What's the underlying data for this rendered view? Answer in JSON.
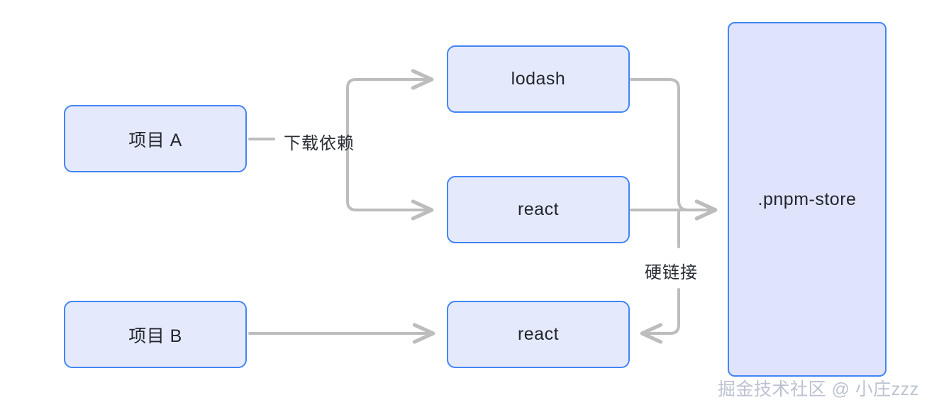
{
  "diagram": {
    "title": "pnpm hard-link store diagram",
    "background_color": "#ffffff",
    "node_fill": "#e4eafc",
    "node_border": "#4285f4",
    "store_fill": "#dfe3fb",
    "edge_color": "#bdbdbd",
    "text_color": "#22262e",
    "nodes": [
      {
        "id": "project-a",
        "label": "项目 A"
      },
      {
        "id": "project-b",
        "label": "项目 B"
      },
      {
        "id": "lodash",
        "label": "lodash"
      },
      {
        "id": "react-a",
        "label": "react"
      },
      {
        "id": "react-b",
        "label": "react"
      },
      {
        "id": "pnpm-store",
        "label": ".pnpm-store"
      }
    ],
    "edges": [
      {
        "id": "edge-download",
        "from": "project-a",
        "to": "lodash",
        "label": "下载依赖"
      },
      {
        "id": "edge-download-react",
        "from": "project-a",
        "to": "react-a",
        "label": ""
      },
      {
        "id": "edge-lodash-store",
        "from": "lodash",
        "to": "pnpm-store",
        "label": ""
      },
      {
        "id": "edge-react-store",
        "from": "react-a",
        "to": "pnpm-store",
        "label": ""
      },
      {
        "id": "edge-hardlink",
        "from": "pnpm-store",
        "to": "react-b",
        "label": "硬链接"
      },
      {
        "id": "edge-projectb-react",
        "from": "project-b",
        "to": "react-b",
        "label": ""
      }
    ],
    "labels": {
      "download": "下载依赖",
      "hardlink": "硬链接"
    }
  },
  "watermark": {
    "text": "掘金技术社区 @ 小庄zzz"
  }
}
